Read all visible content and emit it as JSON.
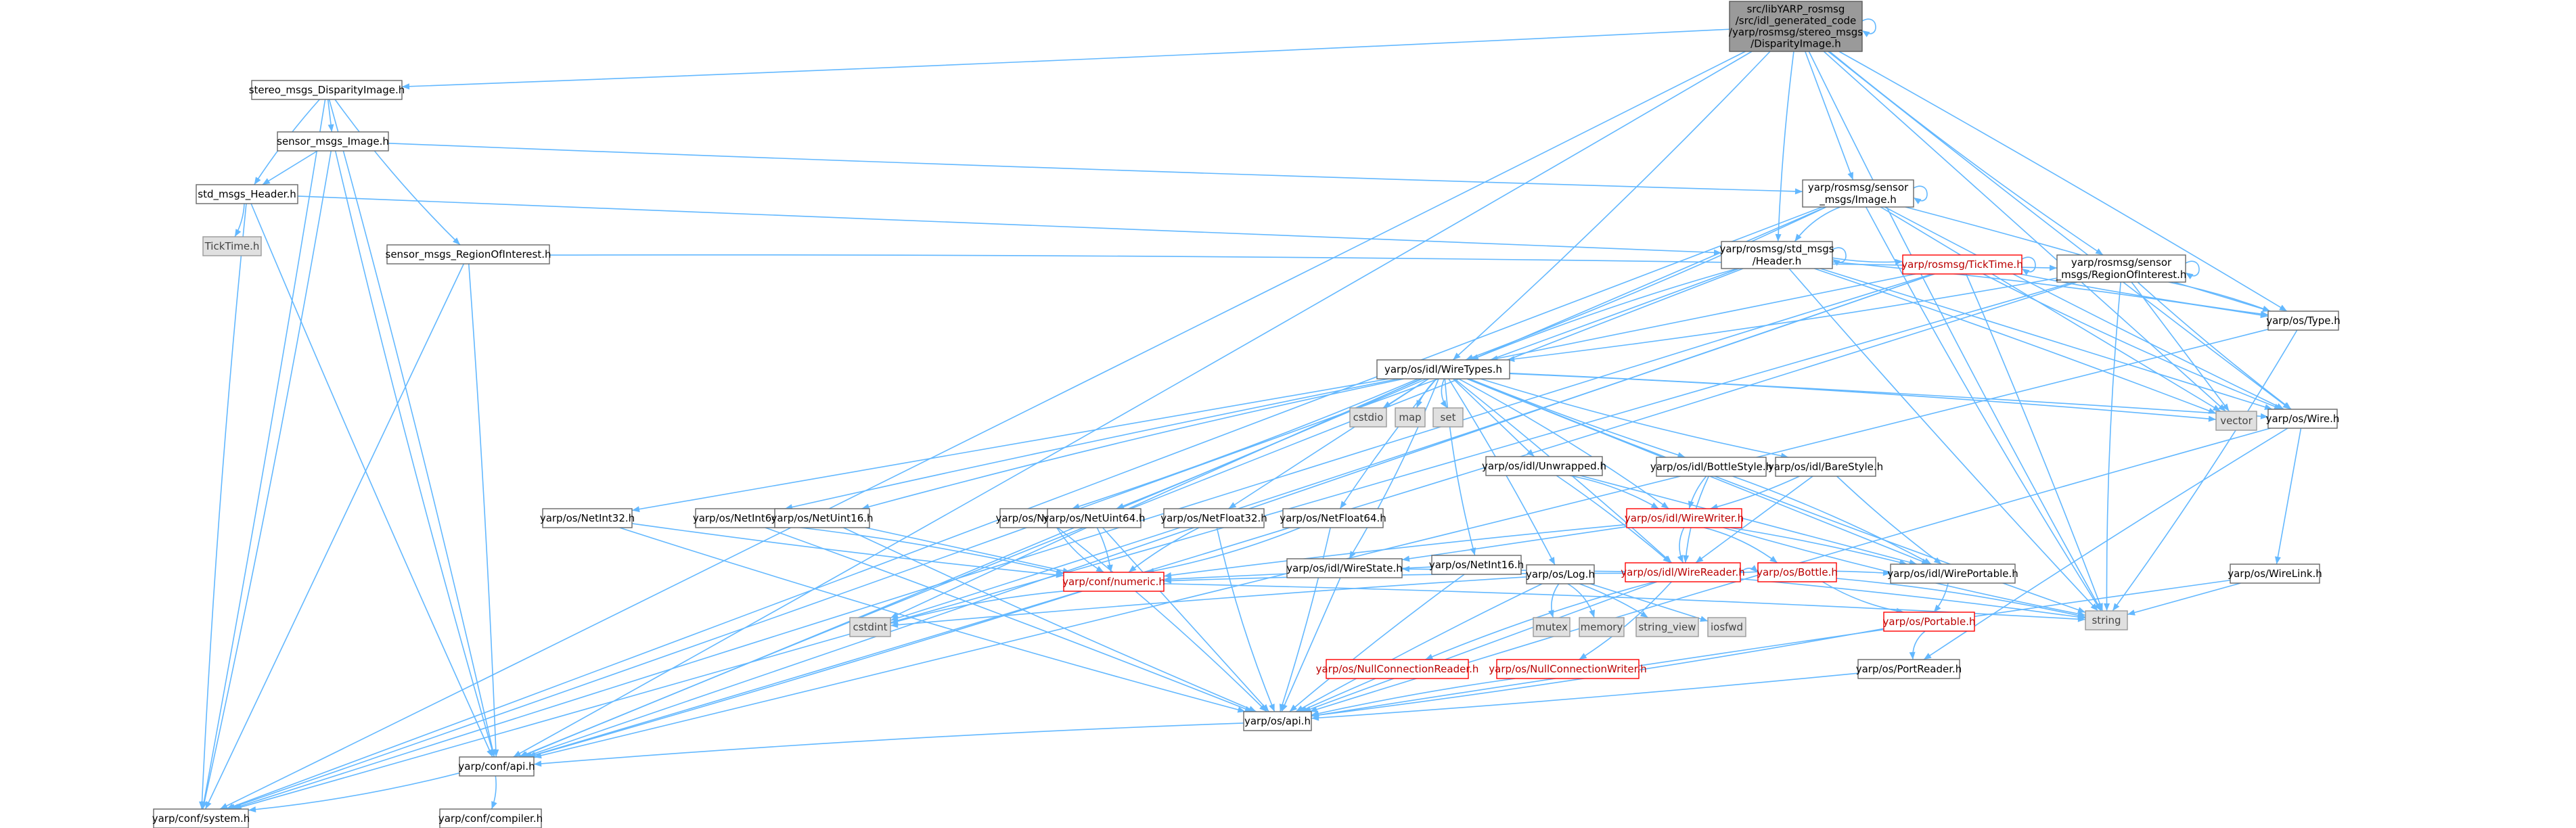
{
  "colors": {
    "edge": "#63b8ff",
    "root_fill": "#9a9a9a",
    "system_fill": "#e0e0e0",
    "truncated_border": "#ff0000"
  },
  "nodes": {
    "root": {
      "lines": [
        "src/libYARP_rosmsg",
        "/src/idl_generated_code",
        "/yarp/rosmsg/stereo_msgs",
        "/DisparityImage.h"
      ],
      "kind": "root"
    },
    "stereo": {
      "lines": [
        "stereo_msgs_DisparityImage.h"
      ],
      "kind": "normal"
    },
    "sensor_img": {
      "lines": [
        "sensor_msgs_Image.h"
      ],
      "kind": "normal"
    },
    "std_hdr": {
      "lines": [
        "std_msgs_Header.h"
      ],
      "kind": "normal"
    },
    "ticktime": {
      "lines": [
        "TickTime.h"
      ],
      "kind": "system"
    },
    "sensor_roi": {
      "lines": [
        "sensor_msgs_RegionOfInterest.h"
      ],
      "kind": "normal"
    },
    "yr_img": {
      "lines": [
        "yarp/rosmsg/sensor",
        "_msgs/Image.h"
      ],
      "kind": "normal"
    },
    "yr_hdr": {
      "lines": [
        "yarp/rosmsg/std_msgs",
        "/Header.h"
      ],
      "kind": "normal"
    },
    "yr_tick": {
      "lines": [
        "yarp/rosmsg/TickTime.h"
      ],
      "kind": "truncated"
    },
    "yr_roi": {
      "lines": [
        "yarp/rosmsg/sensor",
        "_msgs/RegionOfInterest.h"
      ],
      "kind": "normal"
    },
    "wiretypes": {
      "lines": [
        "yarp/os/idl/WireTypes.h"
      ],
      "kind": "normal"
    },
    "ostype": {
      "lines": [
        "yarp/os/Type.h"
      ],
      "kind": "normal"
    },
    "vector": {
      "lines": [
        "vector"
      ],
      "kind": "system"
    },
    "wire": {
      "lines": [
        "yarp/os/Wire.h"
      ],
      "kind": "normal"
    },
    "cstdio": {
      "lines": [
        "cstdio"
      ],
      "kind": "system"
    },
    "map": {
      "lines": [
        "map"
      ],
      "kind": "system"
    },
    "set": {
      "lines": [
        "set"
      ],
      "kind": "system"
    },
    "unwrapped": {
      "lines": [
        "yarp/os/idl/Unwrapped.h"
      ],
      "kind": "normal"
    },
    "bottlestyle": {
      "lines": [
        "yarp/os/idl/BottleStyle.h"
      ],
      "kind": "normal"
    },
    "barestyle": {
      "lines": [
        "yarp/os/idl/BareStyle.h"
      ],
      "kind": "normal"
    },
    "wirewriter": {
      "lines": [
        "yarp/os/idl/WireWriter.h"
      ],
      "kind": "truncated"
    },
    "wirereader": {
      "lines": [
        "yarp/os/idl/WireReader.h"
      ],
      "kind": "truncated"
    },
    "netint32": {
      "lines": [
        "yarp/os/NetInt32.h"
      ],
      "kind": "normal"
    },
    "netint64": {
      "lines": [
        "yarp/os/NetInt64.h"
      ],
      "kind": "normal"
    },
    "netuint16": {
      "lines": [
        "yarp/os/NetUint16.h"
      ],
      "kind": "normal"
    },
    "netuint32": {
      "lines": [
        "yarp/os/NetUint32.h"
      ],
      "kind": "normal"
    },
    "netuint64": {
      "lines": [
        "yarp/os/NetUint64.h"
      ],
      "kind": "normal"
    },
    "netfloat32": {
      "lines": [
        "yarp/os/NetFloat32.h"
      ],
      "kind": "normal"
    },
    "netfloat64": {
      "lines": [
        "yarp/os/NetFloat64.h"
      ],
      "kind": "normal"
    },
    "netint16": {
      "lines": [
        "yarp/os/NetInt16.h"
      ],
      "kind": "normal"
    },
    "numeric": {
      "lines": [
        "yarp/conf/numeric.h"
      ],
      "kind": "truncated"
    },
    "wirestate": {
      "lines": [
        "yarp/os/idl/WireState.h"
      ],
      "kind": "normal"
    },
    "log": {
      "lines": [
        "yarp/os/Log.h"
      ],
      "kind": "normal"
    },
    "bottle": {
      "lines": [
        "yarp/os/Bottle.h"
      ],
      "kind": "truncated"
    },
    "wireportable": {
      "lines": [
        "yarp/os/idl/WirePortable.h"
      ],
      "kind": "normal"
    },
    "cstdint": {
      "lines": [
        "cstdint"
      ],
      "kind": "system"
    },
    "mutex": {
      "lines": [
        "mutex"
      ],
      "kind": "system"
    },
    "memory": {
      "lines": [
        "memory"
      ],
      "kind": "system"
    },
    "string_view": {
      "lines": [
        "string_view"
      ],
      "kind": "system"
    },
    "iosfwd": {
      "lines": [
        "iosfwd"
      ],
      "kind": "system"
    },
    "string": {
      "lines": [
        "string"
      ],
      "kind": "system"
    },
    "wirelink": {
      "lines": [
        "yarp/os/WireLink.h"
      ],
      "kind": "normal"
    },
    "portable": {
      "lines": [
        "yarp/os/Portable.h"
      ],
      "kind": "truncated"
    },
    "portreader": {
      "lines": [
        "yarp/os/PortReader.h"
      ],
      "kind": "normal"
    },
    "nullreader": {
      "lines": [
        "yarp/os/NullConnectionReader.h"
      ],
      "kind": "truncated"
    },
    "nullwriter": {
      "lines": [
        "yarp/os/NullConnectionWriter.h"
      ],
      "kind": "truncated"
    },
    "osapi": {
      "lines": [
        "yarp/os/api.h"
      ],
      "kind": "normal"
    },
    "confapi": {
      "lines": [
        "yarp/conf/api.h"
      ],
      "kind": "normal"
    },
    "confsystem": {
      "lines": [
        "yarp/conf/system.h"
      ],
      "kind": "normal"
    },
    "compiler": {
      "lines": [
        "yarp/conf/compiler.h"
      ],
      "kind": "normal"
    }
  },
  "edges": [
    [
      "root",
      "root"
    ],
    [
      "root",
      "stereo"
    ],
    [
      "root",
      "yr_img"
    ],
    [
      "root",
      "yr_hdr"
    ],
    [
      "root",
      "yr_roi"
    ],
    [
      "root",
      "wiretypes"
    ],
    [
      "root",
      "ostype"
    ],
    [
      "root",
      "vector"
    ],
    [
      "root",
      "wire"
    ],
    [
      "root",
      "string"
    ],
    [
      "root",
      "confapi"
    ],
    [
      "root",
      "confsystem"
    ],
    [
      "stereo",
      "sensor_img"
    ],
    [
      "stereo",
      "std_hdr"
    ],
    [
      "stereo",
      "sensor_roi"
    ],
    [
      "stereo",
      "confapi"
    ],
    [
      "stereo",
      "confsystem"
    ],
    [
      "sensor_img",
      "std_hdr"
    ],
    [
      "sensor_img",
      "yr_img"
    ],
    [
      "sensor_img",
      "confapi"
    ],
    [
      "sensor_img",
      "confsystem"
    ],
    [
      "std_hdr",
      "ticktime"
    ],
    [
      "std_hdr",
      "yr_hdr"
    ],
    [
      "std_hdr",
      "confapi"
    ],
    [
      "std_hdr",
      "confsystem"
    ],
    [
      "sensor_roi",
      "yr_roi"
    ],
    [
      "sensor_roi",
      "confapi"
    ],
    [
      "sensor_roi",
      "confsystem"
    ],
    [
      "yr_img",
      "yr_img"
    ],
    [
      "yr_img",
      "yr_hdr"
    ],
    [
      "yr_img",
      "wiretypes"
    ],
    [
      "yr_img",
      "ostype"
    ],
    [
      "yr_img",
      "vector"
    ],
    [
      "yr_img",
      "wire"
    ],
    [
      "yr_img",
      "string"
    ],
    [
      "yr_img",
      "confapi"
    ],
    [
      "yr_img",
      "confsystem"
    ],
    [
      "yr_hdr",
      "yr_hdr"
    ],
    [
      "yr_hdr",
      "yr_tick"
    ],
    [
      "yr_hdr",
      "wiretypes"
    ],
    [
      "yr_hdr",
      "ostype"
    ],
    [
      "yr_hdr",
      "vector"
    ],
    [
      "yr_hdr",
      "wire"
    ],
    [
      "yr_hdr",
      "string"
    ],
    [
      "yr_hdr",
      "confapi"
    ],
    [
      "yr_hdr",
      "confsystem"
    ],
    [
      "yr_tick",
      "yr_tick"
    ],
    [
      "yr_tick",
      "wiretypes"
    ],
    [
      "yr_tick",
      "ostype"
    ],
    [
      "yr_tick",
      "wire"
    ],
    [
      "yr_tick",
      "cstdint"
    ],
    [
      "yr_tick",
      "string"
    ],
    [
      "yr_tick",
      "confapi"
    ],
    [
      "yr_tick",
      "confsystem"
    ],
    [
      "yr_roi",
      "yr_roi"
    ],
    [
      "yr_roi",
      "wiretypes"
    ],
    [
      "yr_roi",
      "ostype"
    ],
    [
      "yr_roi",
      "vector"
    ],
    [
      "yr_roi",
      "wire"
    ],
    [
      "yr_roi",
      "string"
    ],
    [
      "yr_roi",
      "confapi"
    ],
    [
      "yr_roi",
      "confsystem"
    ],
    [
      "wiretypes",
      "cstdio"
    ],
    [
      "wiretypes",
      "map"
    ],
    [
      "wiretypes",
      "set"
    ],
    [
      "wiretypes",
      "vector"
    ],
    [
      "wiretypes",
      "wire"
    ],
    [
      "wiretypes",
      "unwrapped"
    ],
    [
      "wiretypes",
      "bottlestyle"
    ],
    [
      "wiretypes",
      "barestyle"
    ],
    [
      "wiretypes",
      "wirewriter"
    ],
    [
      "wiretypes",
      "wirereader"
    ],
    [
      "wiretypes",
      "netint32"
    ],
    [
      "wiretypes",
      "netint64"
    ],
    [
      "wiretypes",
      "netuint16"
    ],
    [
      "wiretypes",
      "netuint32"
    ],
    [
      "wiretypes",
      "netuint64"
    ],
    [
      "wiretypes",
      "netfloat32"
    ],
    [
      "wiretypes",
      "netfloat64"
    ],
    [
      "wiretypes",
      "netint16"
    ],
    [
      "wiretypes",
      "wirestate"
    ],
    [
      "wiretypes",
      "log"
    ],
    [
      "wiretypes",
      "wireportable"
    ],
    [
      "wiretypes",
      "cstdint"
    ],
    [
      "wiretypes",
      "string"
    ],
    [
      "ostype",
      "string"
    ],
    [
      "ostype",
      "confapi"
    ],
    [
      "wire",
      "wirelink"
    ],
    [
      "wire",
      "portreader"
    ],
    [
      "wire",
      "osapi"
    ],
    [
      "unwrapped",
      "wirewriter"
    ],
    [
      "unwrapped",
      "wirereader"
    ],
    [
      "unwrapped",
      "wireportable"
    ],
    [
      "bottlestyle",
      "wirewriter"
    ],
    [
      "bottlestyle",
      "wirereader"
    ],
    [
      "bottlestyle",
      "wireportable"
    ],
    [
      "barestyle",
      "wirewriter"
    ],
    [
      "barestyle",
      "wirereader"
    ],
    [
      "barestyle",
      "wireportable"
    ],
    [
      "wirewriter",
      "wirereader"
    ],
    [
      "wirewriter",
      "bottle"
    ],
    [
      "wirewriter",
      "wireportable"
    ],
    [
      "wirewriter",
      "wirestate"
    ],
    [
      "wirewriter",
      "numeric"
    ],
    [
      "wirewriter",
      "string"
    ],
    [
      "wirereader",
      "bottle"
    ],
    [
      "wirereader",
      "wireportable"
    ],
    [
      "wirereader",
      "wirestate"
    ],
    [
      "wirereader",
      "numeric"
    ],
    [
      "wirereader",
      "nullreader"
    ],
    [
      "wirereader",
      "nullwriter"
    ],
    [
      "wirereader",
      "string"
    ],
    [
      "wirereader",
      "osapi"
    ],
    [
      "netint32",
      "numeric"
    ],
    [
      "netint32",
      "osapi"
    ],
    [
      "netint64",
      "numeric"
    ],
    [
      "netint64",
      "osapi"
    ],
    [
      "netuint16",
      "numeric"
    ],
    [
      "netuint16",
      "osapi"
    ],
    [
      "netuint32",
      "numeric"
    ],
    [
      "netuint32",
      "osapi"
    ],
    [
      "netuint64",
      "numeric"
    ],
    [
      "netuint64",
      "osapi"
    ],
    [
      "netfloat32",
      "numeric"
    ],
    [
      "netfloat32",
      "osapi"
    ],
    [
      "netfloat64",
      "numeric"
    ],
    [
      "netfloat64",
      "osapi"
    ],
    [
      "netint16",
      "numeric"
    ],
    [
      "netint16",
      "osapi"
    ],
    [
      "numeric",
      "cstdint"
    ],
    [
      "numeric",
      "string"
    ],
    [
      "numeric",
      "confapi"
    ],
    [
      "wirestate",
      "osapi"
    ],
    [
      "log",
      "cstdint"
    ],
    [
      "log",
      "mutex"
    ],
    [
      "log",
      "memory"
    ],
    [
      "log",
      "string_view"
    ],
    [
      "log",
      "iosfwd"
    ],
    [
      "log",
      "osapi"
    ],
    [
      "bottle",
      "portable"
    ],
    [
      "bottle",
      "string"
    ],
    [
      "wireportable",
      "portable"
    ],
    [
      "wirelink",
      "string"
    ],
    [
      "wirelink",
      "osapi"
    ],
    [
      "portable",
      "portreader"
    ],
    [
      "portable",
      "osapi"
    ],
    [
      "portreader",
      "osapi"
    ],
    [
      "nullreader",
      "osapi"
    ],
    [
      "nullwriter",
      "osapi"
    ],
    [
      "osapi",
      "confapi"
    ],
    [
      "confapi",
      "confsystem"
    ],
    [
      "confapi",
      "compiler"
    ]
  ]
}
